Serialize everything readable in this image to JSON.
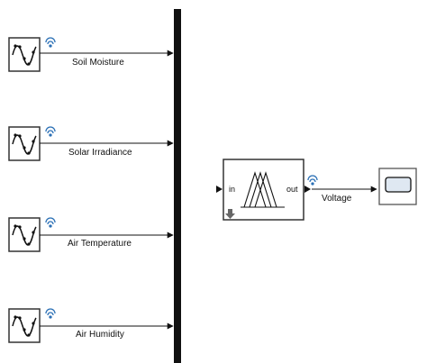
{
  "signals": [
    {
      "label": "Soil Moisture"
    },
    {
      "label": "Solar Irradiance"
    },
    {
      "label": "Air Temperature"
    },
    {
      "label": "Air Humidity"
    }
  ],
  "fuzzy_block": {
    "in_label": "in",
    "out_label": "out"
  },
  "output_signal": {
    "label": "Voltage"
  },
  "colors": {
    "line": "#111111",
    "wifi": "#2a6fb5",
    "block_border": "#333333",
    "scope_screen": "#dfe8f2"
  }
}
